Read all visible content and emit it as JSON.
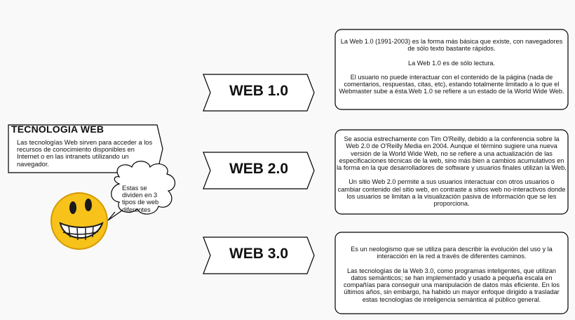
{
  "topic": {
    "title": "TECNOLOGIA WEB",
    "description": "Las tecnologías Web sirven para acceder a los recursos de conocimiento disponibles en Internet o en las intranets utilizando un navegador."
  },
  "speech_bubble": "Estas se dividen en 3 tipos de web diferentes",
  "branches": [
    {
      "label": "WEB 1.0",
      "paragraphs": [
        "La Web 1.0 (1991-2003) es la forma más básica que existe, con navegadores de sólo texto bastante rápidos.",
        "La Web 1.0 es de sólo lectura.",
        "El usuario no puede interactuar con el contenido de la página (nada de comentarios, respuestas, citas, etc), estando totalmente limitado a lo que el Webmaster sube a ésta.Web 1.0 se refiere a un estado de la World Wide Web."
      ]
    },
    {
      "label": "WEB 2.0",
      "paragraphs": [
        "Se asocia estrechamente con Tim O'Reilly, debido a la conferencia sobre la Web 2.0 de O'Reilly Media en 2004. Aunque el término sugiere una nueva versión de la World Wide Web, no se refiere a una actualización de las especificaciones técnicas de la web, sino más bien a cambios acumulativos en la forma en la que desarrolladores de software y usuarios finales utilizan la Web.",
        "Un sitio Web 2.0 permite a sus usuarios interactuar con otros usuarios o cambiar contenido del sitio web, en contraste a sitios web no-interactivos donde los usuarios se limitan a la visualización pasiva de información que se les proporciona."
      ]
    },
    {
      "label": "WEB 3.0",
      "paragraphs": [
        "Es un neologismo que se utiliza para describir la evolución del uso y la interacción en la red a través de diferentes caminos.",
        "Las tecnologías de la Web 3.0, como programas inteligentes, que utilizan datos semánticos; se han implementado y usado a pequeña escala en compañías para conseguir una manipulación de datos más eficiente. En los últimos años, sin embargo, ha habido un mayor enfoque dirigido a trasladar estas tecnologías de inteligencia semántica al público general."
      ]
    }
  ],
  "colors": {
    "smiley": "#f7c21a",
    "stroke": "#000000",
    "background": "#f9f9f9"
  },
  "icons": {
    "mascot": "grinning-smiley-icon"
  }
}
